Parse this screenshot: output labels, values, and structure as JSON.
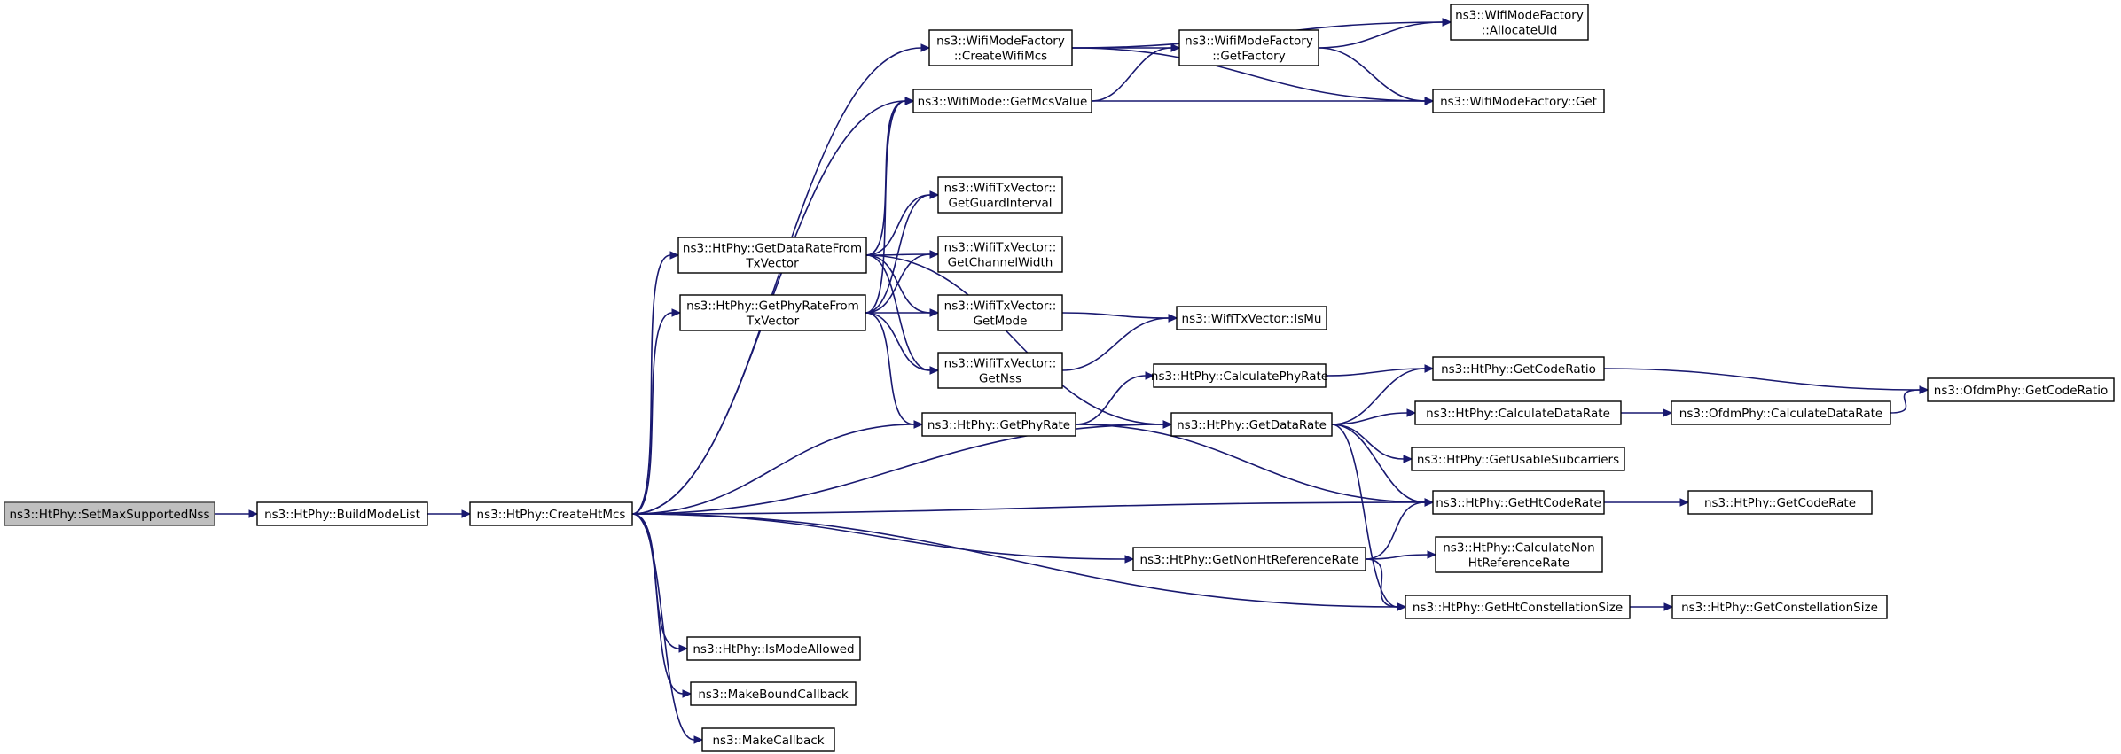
{
  "graph": {
    "colors": {
      "edge": "#191970",
      "node_border": "#000000",
      "root_fill": "#bfbfbf",
      "node_fill": "#ffffff"
    },
    "nodes": [
      {
        "id": "n0",
        "lines": [
          "ns3::HtPhy::SetMaxSupportedNss"
        ],
        "root": true
      },
      {
        "id": "n1",
        "lines": [
          "ns3::HtPhy::BuildModeList"
        ]
      },
      {
        "id": "n2",
        "lines": [
          "ns3::HtPhy::CreateHtMcs"
        ]
      },
      {
        "id": "n3",
        "lines": [
          "ns3::WifiModeFactory",
          "::CreateWifiMcs"
        ]
      },
      {
        "id": "n4",
        "lines": [
          "ns3::WifiModeFactory",
          "::GetFactory"
        ]
      },
      {
        "id": "n5",
        "lines": [
          "ns3::WifiModeFactory",
          "::AllocateUid"
        ]
      },
      {
        "id": "n6",
        "lines": [
          "ns3::WifiModeFactory::Get"
        ]
      },
      {
        "id": "n7",
        "lines": [
          "ns3::WifiMode::GetMcsValue"
        ]
      },
      {
        "id": "n8",
        "lines": [
          "ns3::HtPhy::GetDataRateFrom",
          "TxVector"
        ]
      },
      {
        "id": "n9",
        "lines": [
          "ns3::WifiTxVector::",
          "GetGuardInterval"
        ]
      },
      {
        "id": "n10",
        "lines": [
          "ns3::WifiTxVector::",
          "GetChannelWidth"
        ]
      },
      {
        "id": "n11",
        "lines": [
          "ns3::HtPhy::GetPhyRateFrom",
          "TxVector"
        ]
      },
      {
        "id": "n12",
        "lines": [
          "ns3::WifiTxVector::",
          "GetMode"
        ]
      },
      {
        "id": "n13",
        "lines": [
          "ns3::WifiTxVector::IsMu"
        ]
      },
      {
        "id": "n14",
        "lines": [
          "ns3::WifiTxVector::",
          "GetNss"
        ]
      },
      {
        "id": "n15",
        "lines": [
          "ns3::HtPhy::CalculatePhyRate"
        ]
      },
      {
        "id": "n16",
        "lines": [
          "ns3::HtPhy::GetCodeRatio"
        ]
      },
      {
        "id": "n17",
        "lines": [
          "ns3::OfdmPhy::GetCodeRatio"
        ]
      },
      {
        "id": "n18",
        "lines": [
          "ns3::HtPhy::GetPhyRate"
        ]
      },
      {
        "id": "n19",
        "lines": [
          "ns3::HtPhy::GetDataRate"
        ]
      },
      {
        "id": "n20",
        "lines": [
          "ns3::HtPhy::CalculateDataRate"
        ]
      },
      {
        "id": "n21",
        "lines": [
          "ns3::OfdmPhy::CalculateDataRate"
        ]
      },
      {
        "id": "n22",
        "lines": [
          "ns3::HtPhy::GetUsableSubcarriers"
        ]
      },
      {
        "id": "n23",
        "lines": [
          "ns3::HtPhy::GetHtCodeRate"
        ]
      },
      {
        "id": "n24",
        "lines": [
          "ns3::HtPhy::GetCodeRate"
        ]
      },
      {
        "id": "n25",
        "lines": [
          "ns3::HtPhy::GetNonHtReferenceRate"
        ]
      },
      {
        "id": "n26",
        "lines": [
          "ns3::HtPhy::CalculateNon",
          "HtReferenceRate"
        ]
      },
      {
        "id": "n27",
        "lines": [
          "ns3::HtPhy::GetHtConstellationSize"
        ]
      },
      {
        "id": "n28",
        "lines": [
          "ns3::HtPhy::GetConstellationSize"
        ]
      },
      {
        "id": "n29",
        "lines": [
          "ns3::HtPhy::IsModeAllowed"
        ]
      },
      {
        "id": "n30",
        "lines": [
          "ns3::MakeBoundCallback"
        ]
      },
      {
        "id": "n31",
        "lines": [
          "ns3::MakeCallback"
        ]
      }
    ],
    "edges": [
      [
        "n0",
        "n1"
      ],
      [
        "n1",
        "n2"
      ],
      [
        "n2",
        "n3"
      ],
      [
        "n2",
        "n7"
      ],
      [
        "n2",
        "n8"
      ],
      [
        "n2",
        "n11"
      ],
      [
        "n2",
        "n18"
      ],
      [
        "n2",
        "n19"
      ],
      [
        "n2",
        "n23"
      ],
      [
        "n2",
        "n25"
      ],
      [
        "n2",
        "n27"
      ],
      [
        "n2",
        "n29"
      ],
      [
        "n2",
        "n30"
      ],
      [
        "n2",
        "n31"
      ],
      [
        "n3",
        "n4"
      ],
      [
        "n3",
        "n5"
      ],
      [
        "n3",
        "n6"
      ],
      [
        "n4",
        "n5"
      ],
      [
        "n4",
        "n6"
      ],
      [
        "n7",
        "n4"
      ],
      [
        "n7",
        "n6"
      ],
      [
        "n8",
        "n7"
      ],
      [
        "n8",
        "n9"
      ],
      [
        "n8",
        "n10"
      ],
      [
        "n8",
        "n12"
      ],
      [
        "n8",
        "n14"
      ],
      [
        "n8",
        "n19"
      ],
      [
        "n11",
        "n7"
      ],
      [
        "n11",
        "n9"
      ],
      [
        "n11",
        "n10"
      ],
      [
        "n11",
        "n12"
      ],
      [
        "n11",
        "n14"
      ],
      [
        "n11",
        "n18"
      ],
      [
        "n12",
        "n13"
      ],
      [
        "n14",
        "n13"
      ],
      [
        "n18",
        "n15"
      ],
      [
        "n18",
        "n19"
      ],
      [
        "n18",
        "n23"
      ],
      [
        "n15",
        "n16"
      ],
      [
        "n16",
        "n17"
      ],
      [
        "n19",
        "n16"
      ],
      [
        "n19",
        "n20"
      ],
      [
        "n19",
        "n22"
      ],
      [
        "n19",
        "n23"
      ],
      [
        "n19",
        "n27"
      ],
      [
        "n20",
        "n21"
      ],
      [
        "n21",
        "n17"
      ],
      [
        "n23",
        "n24"
      ],
      [
        "n25",
        "n23"
      ],
      [
        "n25",
        "n26"
      ],
      [
        "n25",
        "n27"
      ],
      [
        "n27",
        "n28"
      ]
    ]
  }
}
